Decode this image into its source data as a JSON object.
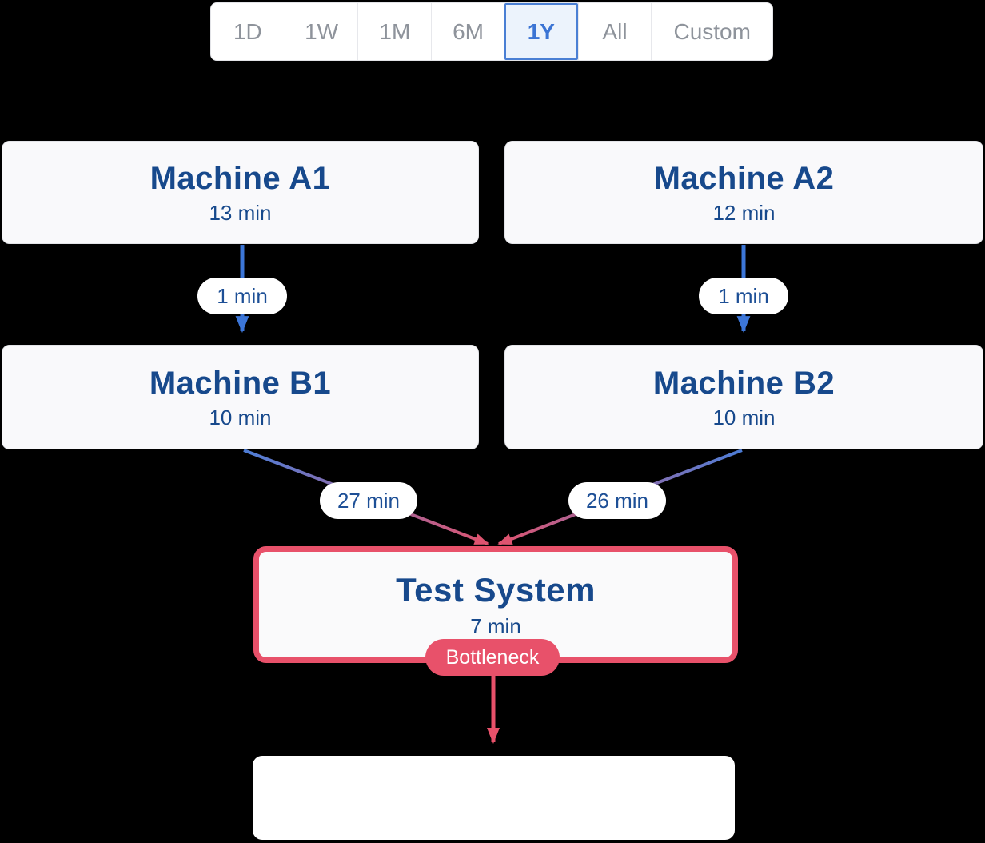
{
  "time_selector": {
    "options": [
      {
        "label": "1D",
        "selected": false
      },
      {
        "label": "1W",
        "selected": false
      },
      {
        "label": "1M",
        "selected": false
      },
      {
        "label": "6M",
        "selected": false
      },
      {
        "label": "1Y",
        "selected": true
      },
      {
        "label": "All",
        "selected": false
      },
      {
        "label": "Custom",
        "selected": false
      }
    ]
  },
  "diagram": {
    "nodes": [
      {
        "id": "machine-a1",
        "title": "Machine A1",
        "subtitle": "13 min"
      },
      {
        "id": "machine-a2",
        "title": "Machine A2",
        "subtitle": "12 min"
      },
      {
        "id": "machine-b1",
        "title": "Machine B1",
        "subtitle": "10 min"
      },
      {
        "id": "machine-b2",
        "title": "Machine B2",
        "subtitle": "10 min"
      },
      {
        "id": "test-system",
        "title": "Test System",
        "subtitle": "7 min",
        "badge": "Bottleneck",
        "bottleneck": true
      },
      {
        "id": "output",
        "title": "",
        "subtitle": ""
      }
    ],
    "edges": [
      {
        "from": "machine-a1",
        "to": "machine-b1",
        "label": "1 min",
        "color": "blue"
      },
      {
        "from": "machine-a2",
        "to": "machine-b2",
        "label": "1 min",
        "color": "blue"
      },
      {
        "from": "machine-b1",
        "to": "test-system",
        "label": "27 min",
        "color": "blue-to-red-gradient"
      },
      {
        "from": "machine-b2",
        "to": "test-system",
        "label": "26 min",
        "color": "blue-to-red-gradient"
      },
      {
        "from": "test-system",
        "to": "output",
        "label": "",
        "color": "red"
      }
    ]
  },
  "colors": {
    "node_title_navy": "#17498c",
    "arrow_blue": "#3c76d8",
    "gradient_start_blue": "#4d7ed8",
    "gradient_end_pink": "#de5470",
    "bottleneck_red": "#e8516a",
    "selected_tab_blue": "#3b74d4",
    "selected_tab_bg": "#ecf3fc",
    "tab_text_gray": "#8e939b",
    "node_background": "#f9f9fb",
    "canvas_background": "#000000"
  }
}
